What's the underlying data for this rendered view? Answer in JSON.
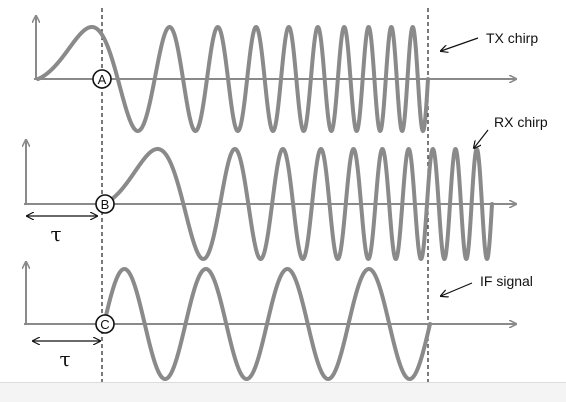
{
  "labels": {
    "tx": "TX chirp",
    "rx": "RX chirp",
    "if": "IF signal"
  },
  "markers": {
    "a": "A",
    "b": "B",
    "c": "C"
  },
  "delay_symbol": "τ",
  "colors": {
    "waveform": "#8a8a8a",
    "axis": "#8a8a8a",
    "text": "#111111"
  }
}
